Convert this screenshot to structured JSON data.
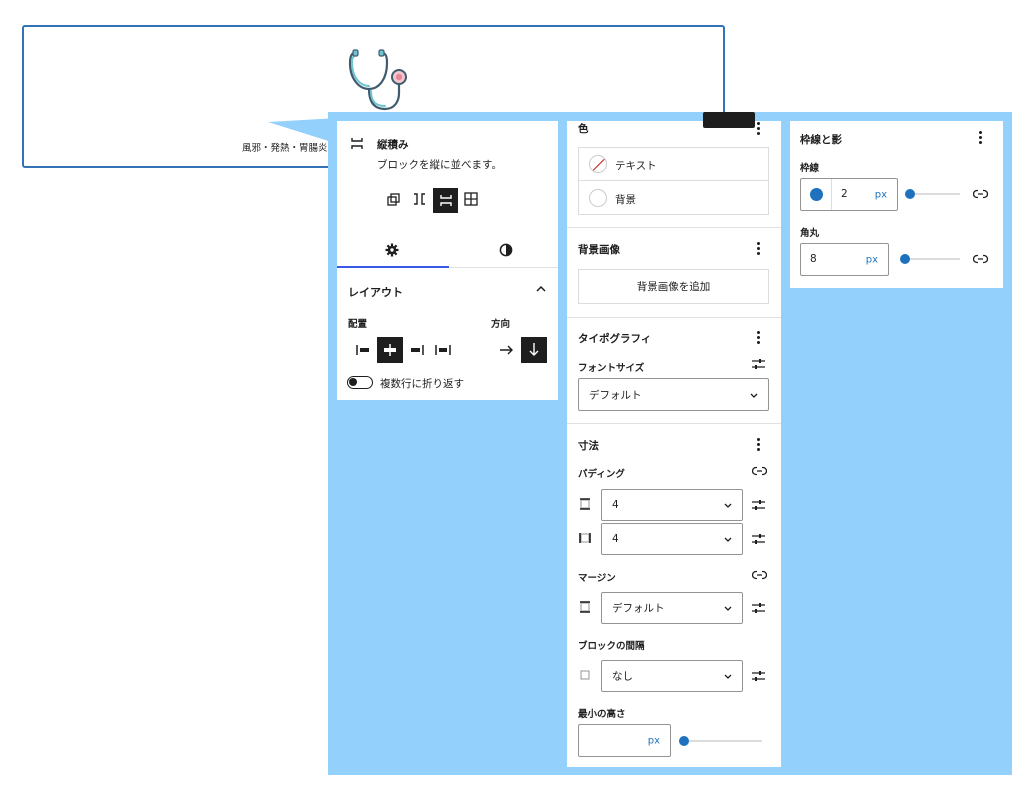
{
  "preview": {
    "caption": "風邪・発熱・胃腸炎",
    "icon": "stethoscope-icon"
  },
  "block_card": {
    "icon": "stack-icon",
    "title": "縦積み",
    "description": "ブロックを縦に並べます。",
    "variations": [
      "group-icon",
      "row-icon",
      "stack-icon",
      "grid-icon"
    ],
    "active_variation": "stack-icon"
  },
  "tabs": [
    {
      "icon": "gear-icon",
      "active": true
    },
    {
      "icon": "half-circle-icon",
      "active": false
    }
  ],
  "layout": {
    "heading": "レイアウト",
    "alignment_label": "配置",
    "alignment_options": [
      "justify-left-icon",
      "justify-center-icon",
      "justify-right-icon",
      "justify-stretch-icon"
    ],
    "orientation_label": "方向",
    "orientation_options": [
      "arrow-right-icon",
      "arrow-down-icon"
    ],
    "wrap_label": "複数行に折り返す",
    "wrap_enabled": false
  },
  "styles": {
    "color": {
      "heading": "色",
      "items": [
        {
          "label": "テキスト"
        },
        {
          "label": "背景"
        }
      ]
    },
    "background_image": {
      "heading": "背景画像",
      "add_button": "背景画像を追加"
    },
    "typography": {
      "heading": "タイポグラフィ",
      "font_size_label": "フォントサイズ",
      "font_size_value": "デフォルト"
    },
    "dimensions": {
      "heading": "寸法",
      "padding_label": "パディング",
      "padding_vertical": "4",
      "padding_horizontal": "4",
      "margin_label": "マージン",
      "margin_value": "デフォルト",
      "block_spacing_label": "ブロックの間隔",
      "block_spacing_value": "なし",
      "min_height_label": "最小の高さ",
      "min_height_value": "",
      "min_height_unit": "px"
    }
  },
  "border": {
    "heading": "枠線と影",
    "border_label": "枠線",
    "border_width": "2",
    "border_unit": "px",
    "border_color": "#1e72bd",
    "radius_label": "角丸",
    "radius_value": "8",
    "radius_unit": "px"
  },
  "colors": {
    "accent": "#1e72bd",
    "backdrop": "#94d0fc",
    "preview_border": "#3272b5"
  }
}
